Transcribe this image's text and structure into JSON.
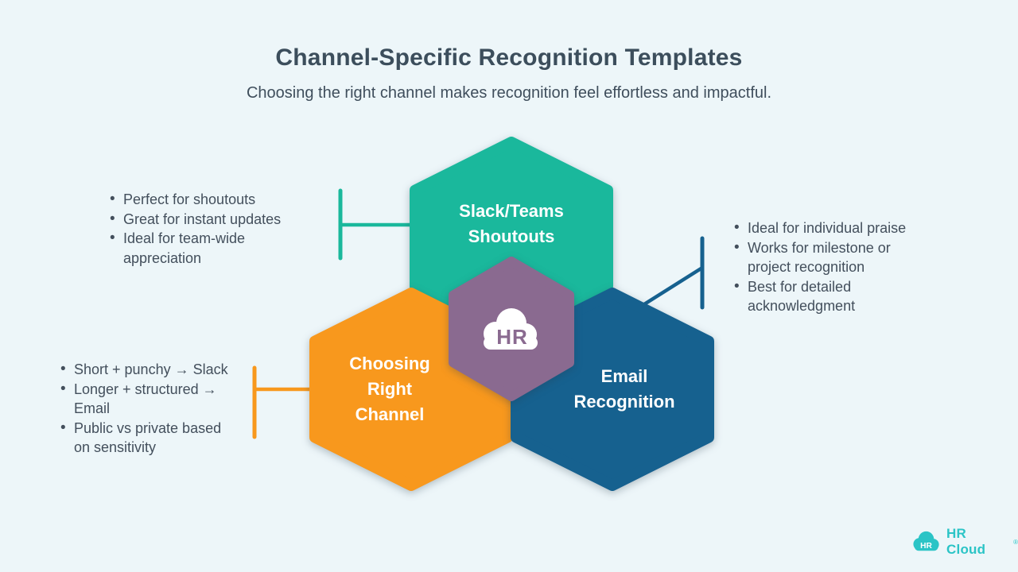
{
  "header": {
    "title": "Channel-Specific Recognition Templates",
    "subtitle": "Choosing the right channel makes recognition feel effortless and impactful."
  },
  "diagram": {
    "hexagons": [
      {
        "id": "slack-teams-shoutouts",
        "label": "Slack/Teams\nShoutouts",
        "color": "#1ab89c"
      },
      {
        "id": "choosing-right-channel",
        "label": "Choosing\nRight\nChannel",
        "color": "#f8981d"
      },
      {
        "id": "email-recognition",
        "label": "Email\nRecognition",
        "color": "#16618f"
      },
      {
        "id": "center-hub",
        "label": "HR",
        "color": "#8a6a90"
      }
    ]
  },
  "notes": {
    "slack_teams": {
      "items": [
        "Perfect for shoutouts",
        "Great for instant updates",
        "Ideal for team-wide\nappreciation"
      ]
    },
    "email": {
      "items": [
        "Ideal for individual praise",
        "Works for milestone or\nproject recognition",
        "Best for detailed\nacknowledgment"
      ]
    },
    "choosing_channel": {
      "items": [
        "Short + punchy → Slack",
        "Longer + structured →\nEmail",
        "Public vs private based\non sensitivity"
      ]
    }
  },
  "footer": {
    "logo_badge": "HR",
    "logo_text": "HR Cloud",
    "logo_mark": "®"
  },
  "colors": {
    "background": "#edf6f9",
    "heading": "#3c4e5c",
    "body_text": "#434f5c",
    "logo": "#2bc4c6",
    "cloud_white": "#ffffff"
  }
}
